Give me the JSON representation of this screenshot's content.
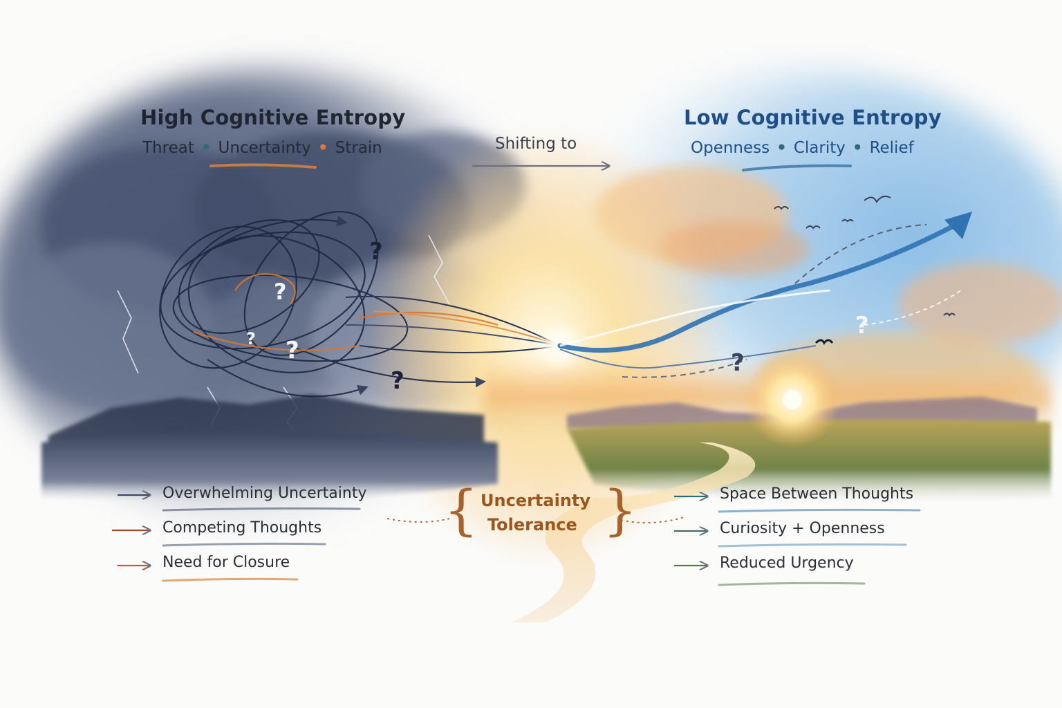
{
  "left_panel": {
    "title": "High Cognitive Entropy",
    "keywords": [
      "Threat",
      "Uncertainty",
      "Strain"
    ],
    "items": [
      "Overwhelming Uncertainty",
      "Competing Thoughts",
      "Need for Closure"
    ]
  },
  "center": {
    "transition_label": "Shifting to",
    "tolerance_line1": "Uncertainty",
    "tolerance_line2": "Tolerance"
  },
  "right_panel": {
    "title": "Low Cognitive Entropy",
    "keywords": [
      "Openness",
      "Clarity",
      "Relief"
    ],
    "items": [
      "Space Between Thoughts",
      "Curiosity + Openness",
      "Reduced Urgency"
    ]
  },
  "question_mark": "?",
  "colors": {
    "left_title": "#1f2632",
    "right_title": "#1f4f86",
    "tolerance": "#9a561c",
    "storm": "#3e4a66",
    "sky_blue": "#7fb2de",
    "sunset": "#f3b16a",
    "path_blue": "#2f73b3"
  }
}
